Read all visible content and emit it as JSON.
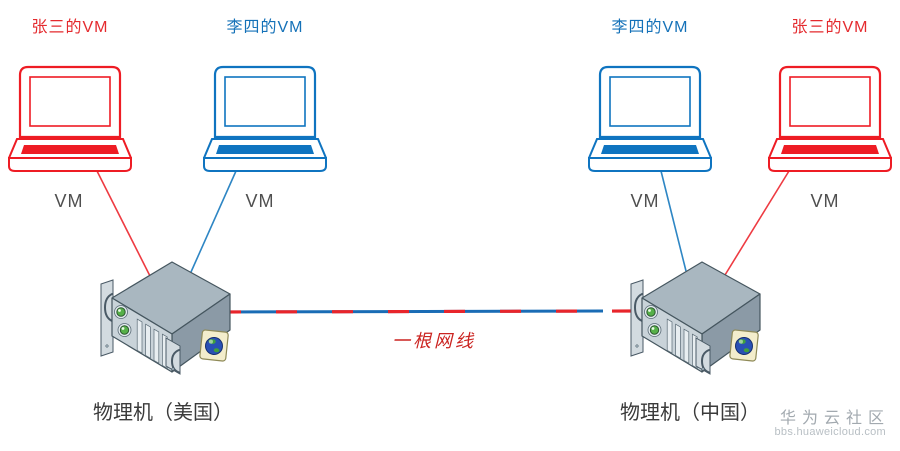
{
  "diagram": {
    "vms": [
      {
        "owner_label": "张三的VM",
        "vm_label": "VM",
        "color": "#ee1c24",
        "connects_to_host": 0
      },
      {
        "owner_label": "李四的VM",
        "vm_label": "VM",
        "color": "#0f74c0",
        "connects_to_host": 0
      },
      {
        "owner_label": "李四的VM",
        "vm_label": "VM",
        "color": "#0f74c0",
        "connects_to_host": 1
      },
      {
        "owner_label": "张三的VM",
        "vm_label": "VM",
        "color": "#ee1c24",
        "connects_to_host": 1
      }
    ],
    "hosts": [
      {
        "label": "物理机（美国）"
      },
      {
        "label": "物理机（中国）"
      }
    ],
    "cable": {
      "label": "一根网线",
      "blue_color": "#1a6cb5",
      "red_color": "#e8252b"
    },
    "colors": {
      "vm_red": "#ee1c24",
      "vm_blue": "#0f74c0",
      "owner_label_red": "#e42a2e",
      "owner_label_blue": "#1471b8",
      "cable_label_red": "#cb2421",
      "vm_text_gray": "#4f4f4f",
      "host_text": "#3a3a3a"
    },
    "watermark": {
      "title": "华为云社区",
      "url": "bbs.huaweicloud.com"
    }
  }
}
